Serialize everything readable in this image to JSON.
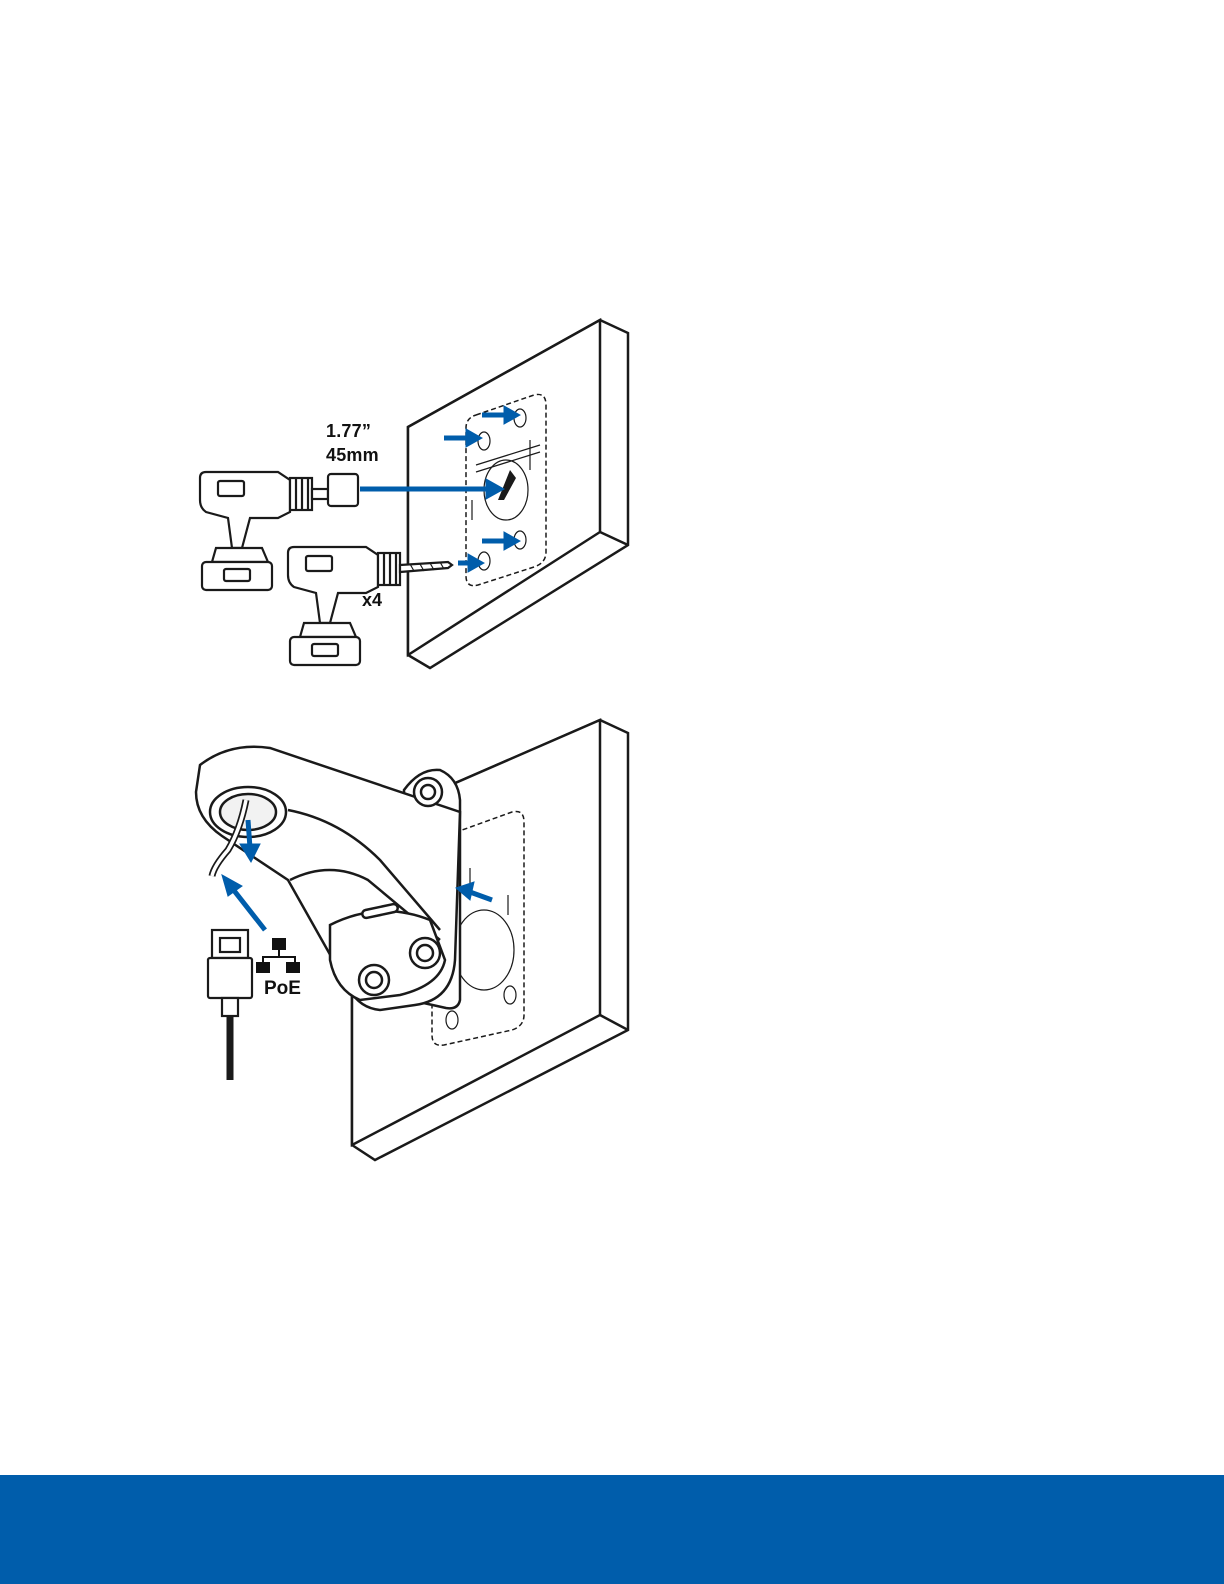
{
  "step1": {
    "hole_size_inches": "1.77”",
    "hole_size_mm": "45mm",
    "screw_quantity": "x4"
  },
  "step2": {
    "power_label": "PoE"
  },
  "colors": {
    "accent_blue": "#005dab",
    "line_dark": "#1a1a1a",
    "footer_blue": "#005dab"
  },
  "icons": {
    "drill_hole_saw": "drill-icon",
    "drill_bit": "drill-icon",
    "network": "network-icon",
    "connector": "rj45-connector-icon"
  }
}
